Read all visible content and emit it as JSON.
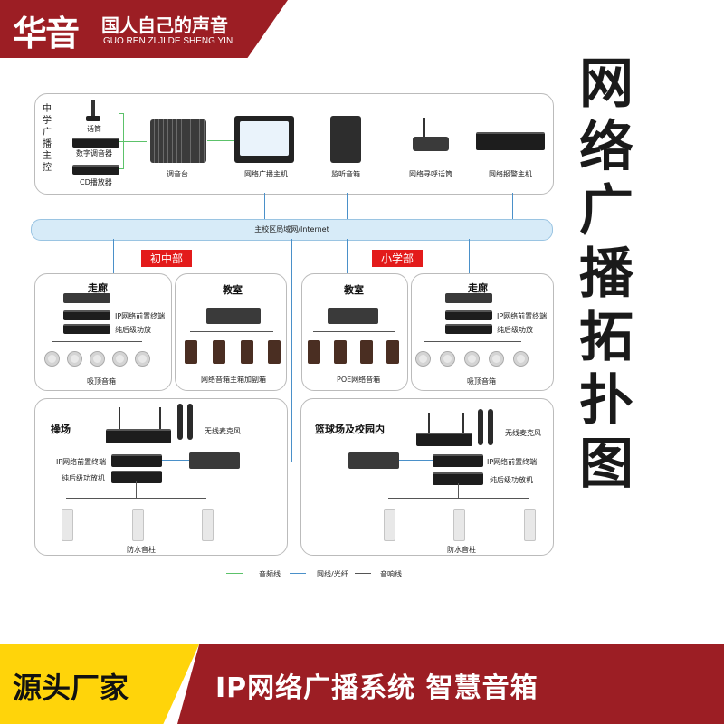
{
  "header": {
    "logo": "华音",
    "slogan": "国人自己的声音",
    "pinyin": "GUO REN ZI JI DE SHENG YIN"
  },
  "title_chars": [
    "网",
    "络",
    "广",
    "播",
    "拓",
    "扑",
    "图"
  ],
  "control": {
    "side_label": "中学广播主控",
    "mic": "话筒",
    "digital_mixer": "数字调音器",
    "cd_player": "CD播放器",
    "mixer": "调音台",
    "host": "网络广播主机",
    "monitor": "监听音箱",
    "paging_mic": "网络寻呼话筒",
    "alarm_host": "网络报警主机"
  },
  "network": {
    "label": "主校区局域网/Internet"
  },
  "sections": {
    "junior": "初中部",
    "primary": "小学部"
  },
  "junior": {
    "corridor": {
      "title": "走廊",
      "terminal": "IP网络前置终端",
      "amp": "纯后级功放",
      "speaker": "吸顶音箱"
    },
    "classroom": {
      "title": "教室",
      "speaker": "网络音箱主箱加副箱"
    },
    "field": {
      "title": "操场",
      "wireless_mic": "无线麦克风",
      "terminal": "IP网络前置终端",
      "amp": "纯后级功放机",
      "column": "防水音柱"
    }
  },
  "primary": {
    "classroom": {
      "title": "教室",
      "speaker": "POE网络音箱"
    },
    "corridor": {
      "title": "走廊",
      "terminal": "IP网络前置终端",
      "amp": "纯后级功放",
      "speaker": "吸顶音箱"
    },
    "court": {
      "title": "篮球场及校园内",
      "wireless_mic": "无线麦克风",
      "terminal": "IP网络前置终端",
      "amp": "纯后级功放机",
      "column": "防水音柱"
    }
  },
  "legend": {
    "audio": "音频线",
    "network": "网线/光纤",
    "speaker": "音响线"
  },
  "footer": {
    "left": "源头厂家",
    "right": "IP网络广播系统 智慧音箱"
  },
  "colors": {
    "brand_red": "#9c1e24",
    "footer_yellow": "#ffd40a",
    "tag_red": "#e31b1b",
    "pipe_blue": "#d7ebf8"
  }
}
